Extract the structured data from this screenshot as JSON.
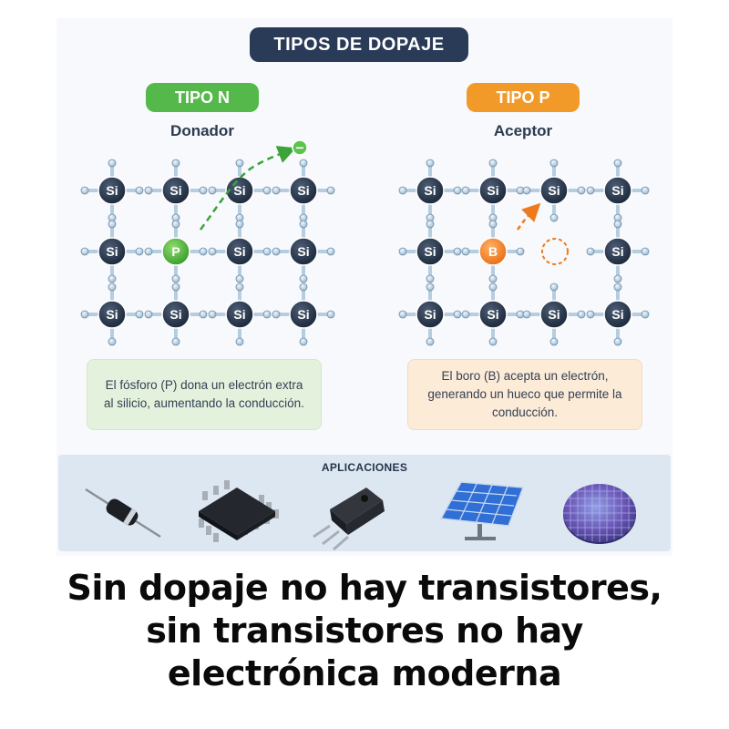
{
  "title": "TIPOS DE DOPAJE",
  "tipo_n": {
    "label": "TIPO N",
    "subtitle": "Donador",
    "dopant_symbol": "P",
    "extra_symbol": "−",
    "description": "El fósforo (P) dona un electrón extra al silicio, aumentando la conducción.",
    "color": "#55b84b"
  },
  "tipo_p": {
    "label": "TIPO P",
    "subtitle": "Aceptor",
    "dopant_symbol": "B",
    "description": "El boro (B) acepta un electrón, generando un hueco que permite la conducción.",
    "color": "#f19a2a"
  },
  "atom_symbol": "Si",
  "applications": {
    "label": "APLICACIONES",
    "items": [
      "diode-icon",
      "microchip-icon",
      "transistor-icon",
      "solar-panel-icon",
      "silicon-wafer-icon"
    ]
  },
  "caption": {
    "line1": "Sin dopaje no hay transistores,",
    "line2": "sin transistores no hay",
    "line3": "electrónica moderna"
  }
}
